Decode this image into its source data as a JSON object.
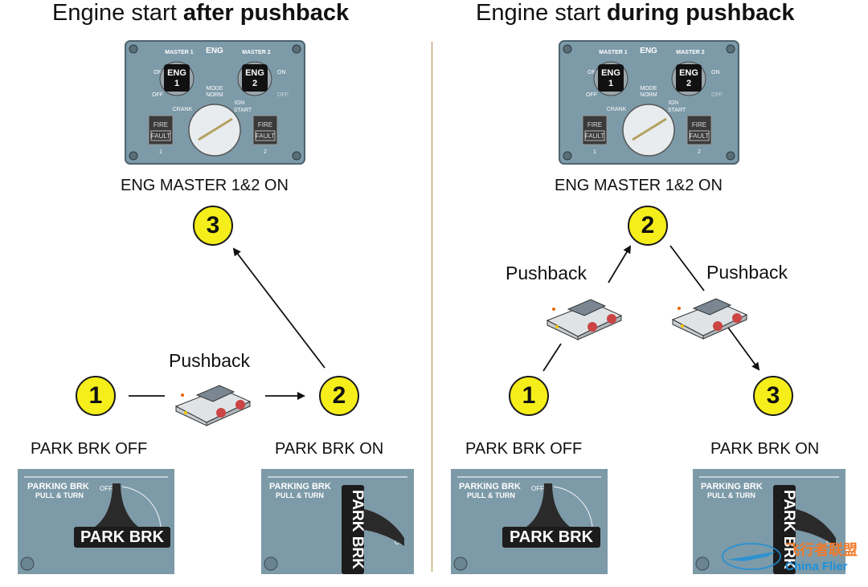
{
  "left": {
    "title_prefix": "Engine start ",
    "title_bold": "after pushback",
    "eng_master": "ENG MASTER 1&2  ON",
    "pushback": "Pushback",
    "park_off": "PARK BRK OFF",
    "park_on": "PARK BRK ON",
    "steps": [
      "1",
      "2",
      "3"
    ]
  },
  "right": {
    "title_prefix": "Engine start ",
    "title_bold": "during pushback",
    "eng_master": "ENG MASTER 1&2  ON",
    "pushback_a": "Pushback",
    "pushback_b": "Pushback",
    "park_off": "PARK BRK OFF",
    "park_on": "PARK BRK ON",
    "steps": [
      "1",
      "2",
      "3"
    ]
  },
  "eng_panel": {
    "eng": "ENG",
    "master1": "MASTER 1",
    "master2": "MASTER 2",
    "on": "ON",
    "off": "OFF",
    "eng1": "ENG",
    "eng1_num": "1",
    "eng2": "ENG",
    "eng2_num": "2",
    "mode": "MODE",
    "norm": "NORM",
    "crank": "CRANK",
    "ign": "IGN",
    "start": "START",
    "fire": "FIRE",
    "fault": "FAULT",
    "num1": "1",
    "num2": "2"
  },
  "park_panel": {
    "parking_brk": "PARKING BRK",
    "pull_turn": "PULL & TURN",
    "off": "OFF",
    "on": "ON",
    "handle": "PARK BRK"
  },
  "watermark": {
    "cn": "飞行者联盟",
    "en": "China Flier"
  },
  "colors": {
    "badge": "#f5ee1a",
    "panel": "#7d9aa8",
    "divider": "#b08a4a"
  }
}
